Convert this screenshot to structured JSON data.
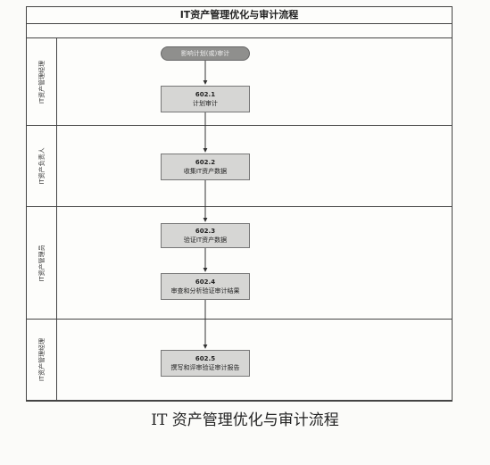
{
  "diagram": {
    "title": "IT资产管理优化与审计流程",
    "lanes": [
      {
        "label": "IT资产管理经理"
      },
      {
        "label": "IT资产负责人"
      },
      {
        "label": "IT资产管理员"
      },
      {
        "label": "IT资产管理经理"
      }
    ],
    "start": {
      "label": "影响计划(或)审计"
    },
    "steps": [
      {
        "code": "602.1",
        "label": "计划审计"
      },
      {
        "code": "602.2",
        "label": "收集IT资产数据"
      },
      {
        "code": "602.3",
        "label": "验证IT资产数据"
      },
      {
        "code": "602.4",
        "label": "审查和分析验证审计结果"
      },
      {
        "code": "602.5",
        "label": "撰写和评审验证审计报告"
      }
    ]
  },
  "caption": "IT 资产管理优化与审计流程"
}
